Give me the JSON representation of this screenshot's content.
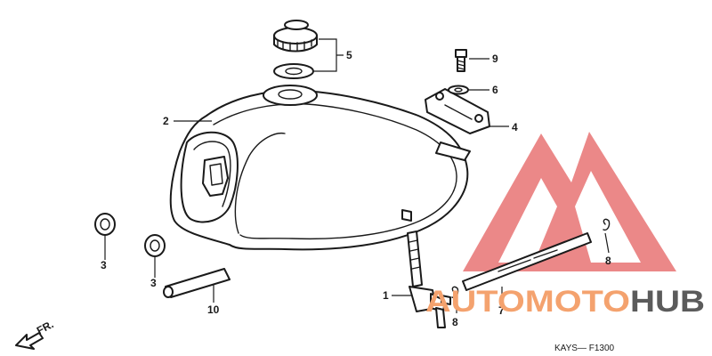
{
  "diagram": {
    "callouts": {
      "c1": "1",
      "c2": "2",
      "c3a": "3",
      "c3b": "3",
      "c4": "4",
      "c5": "5",
      "c6": "6",
      "c7": "7",
      "c8a": "8",
      "c8b": "8",
      "c9": "9",
      "c10": "10"
    },
    "direction_label": "FR.",
    "code": "KAYS— F1300"
  },
  "watermark": {
    "part1": "AUTOMOTO",
    "part2": "HUB",
    "color_orange": "#f4a26e",
    "color_grey": "#5b5b5b",
    "color_red": "#e04646"
  }
}
